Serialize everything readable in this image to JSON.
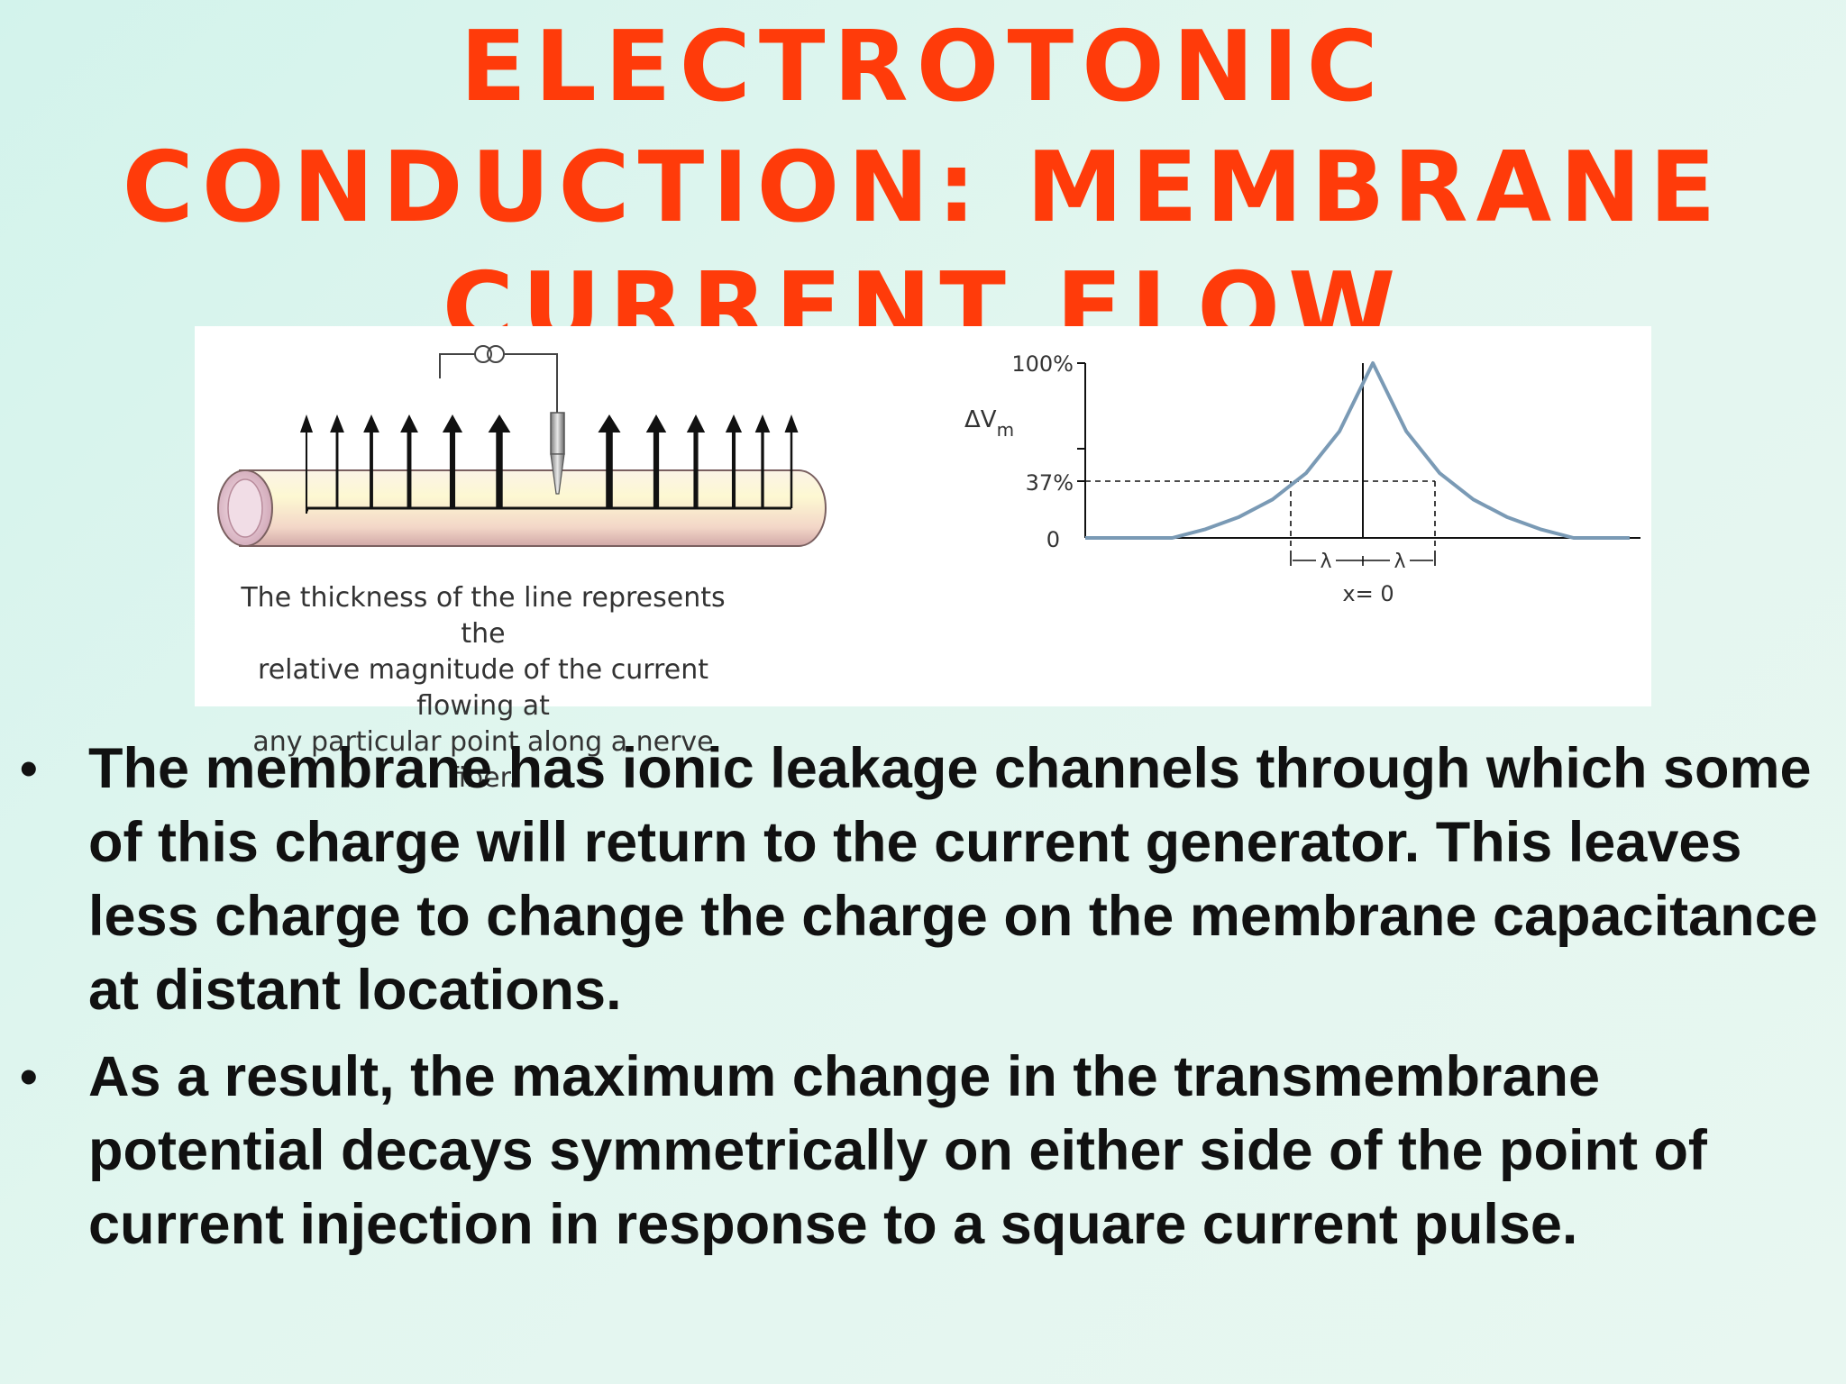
{
  "slide": {
    "title_lines": [
      "ELECTROTONIC",
      "CONDUCTION: MEMBRANE",
      "CURRENT FLOW"
    ]
  },
  "figure": {
    "caption_lines": [
      "The thickness of the line represents the",
      "relative magnitude of the current flowing at",
      "any particular point along a nerve fiber."
    ]
  },
  "chart_data": {
    "type": "line",
    "title": "",
    "ylabel_main": "ΔV",
    "ylabel_sub": "m",
    "y_ticks": [
      "100%",
      "37%",
      "0"
    ],
    "ylim": [
      0,
      100
    ],
    "x": [
      -3,
      -2.5,
      -2,
      -1.5,
      -1,
      -0.5,
      0,
      0.5,
      1,
      1.5,
      2,
      2.5,
      3
    ],
    "series": [
      {
        "values": [
          0,
          5,
          12,
          22,
          37,
          61,
          100,
          61,
          37,
          22,
          12,
          5,
          0
        ]
      }
    ],
    "annotations": {
      "lambda_left": "λ",
      "lambda_right": "λ",
      "origin": "x= 0"
    }
  },
  "bullets": [
    {
      "marker": "•",
      "text": "The membrane has ionic leakage channels through which some of this charge will return to the current generator. This leaves less charge to change the charge on the membrane capacitance at distant locations."
    },
    {
      "marker": "•",
      "text": "As a result, the maximum change in the transmembrane potential decays symmetrically on either side of the point of current injection in response to a square current pulse."
    }
  ],
  "colors": {
    "title": "#ff3b0a",
    "curve": "#7a9ab5",
    "background": "#dcf4ee"
  }
}
